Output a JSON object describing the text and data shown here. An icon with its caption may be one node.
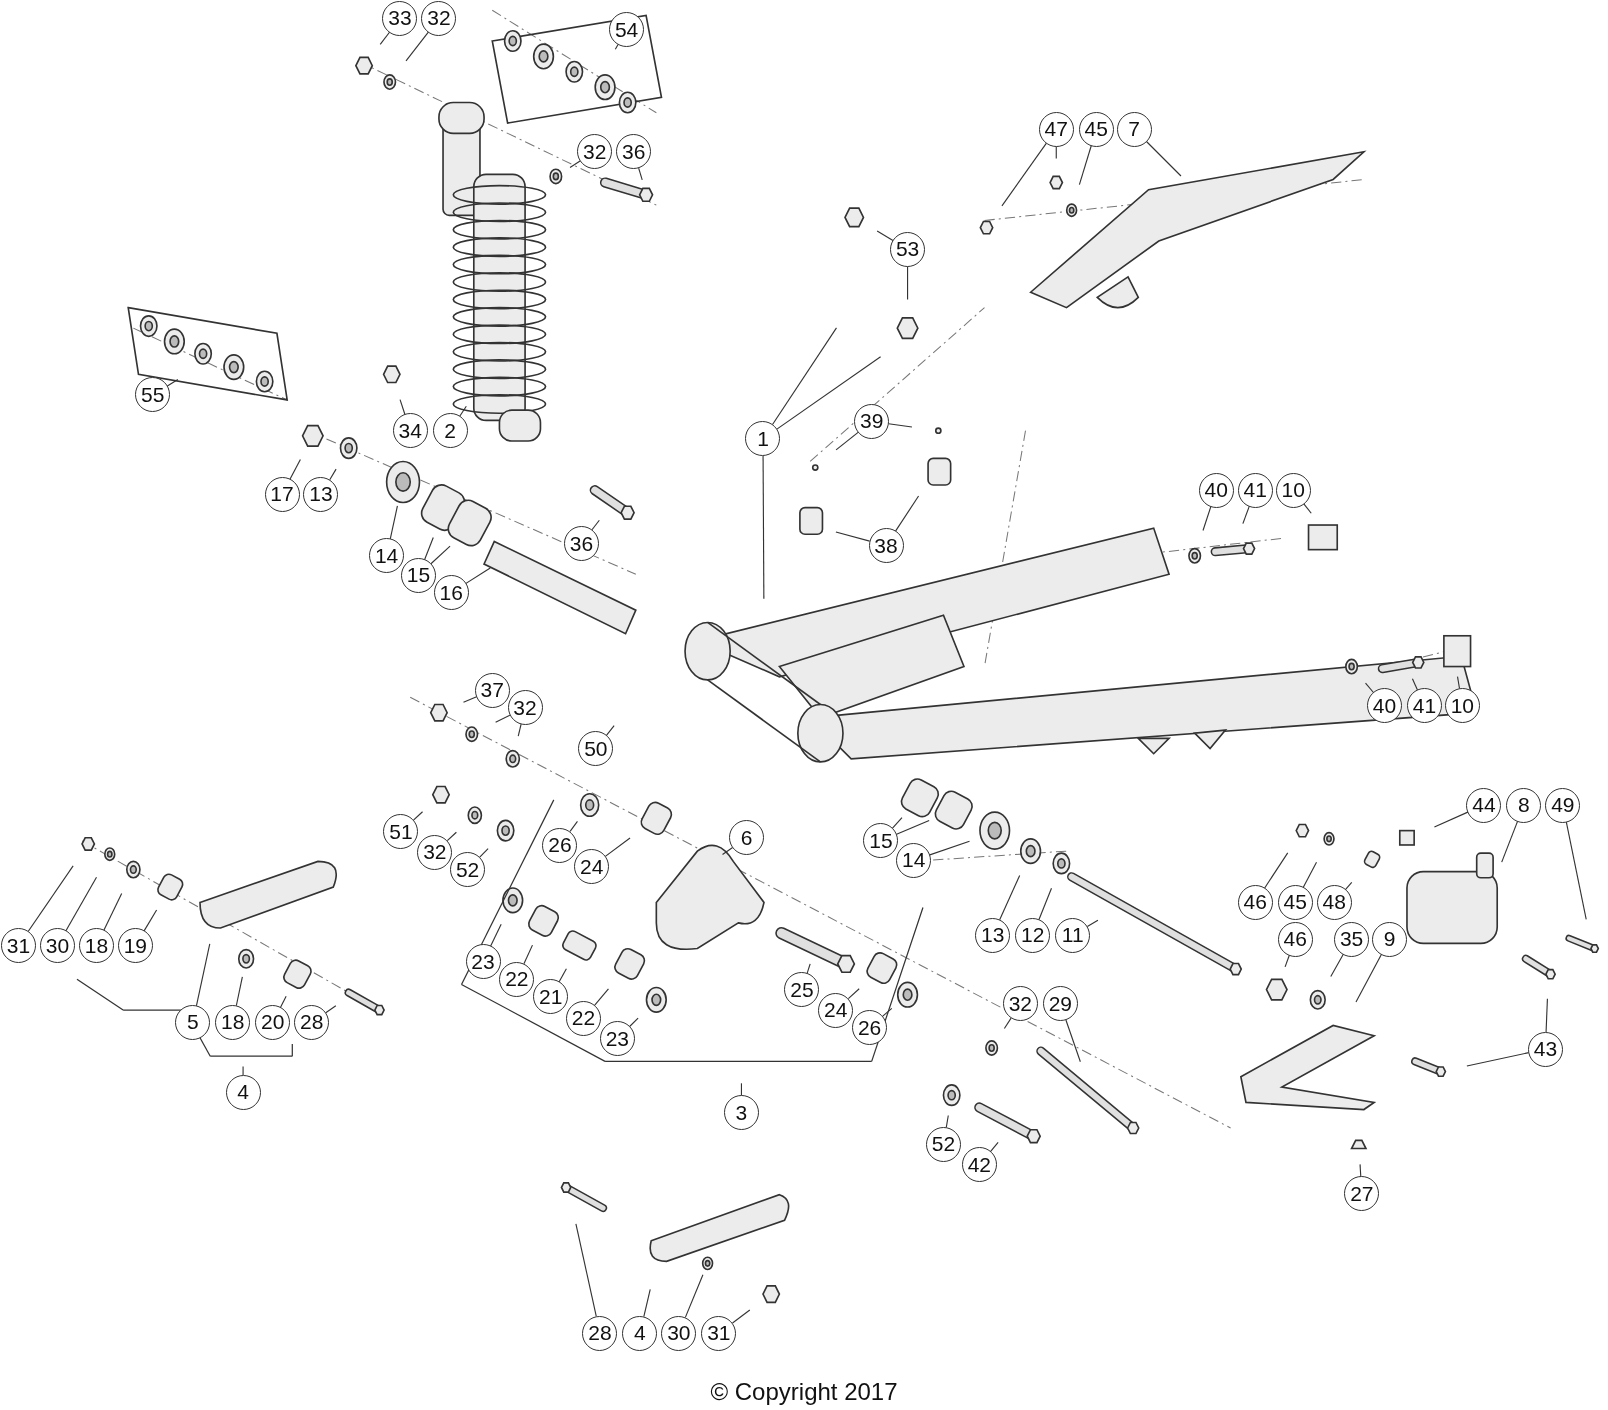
{
  "diagram": {
    "caption": "© Copyright 2017",
    "nodes": [
      {
        "text": [
          "33"
        ]
      },
      {
        "text": [
          "32"
        ]
      },
      {
        "text": [
          "54"
        ]
      },
      {
        "text": [
          "47"
        ]
      },
      {
        "text": [
          "45"
        ]
      },
      {
        "text": [
          "7"
        ]
      },
      {
        "text": [
          "32"
        ]
      },
      {
        "text": [
          "36"
        ]
      },
      {
        "text": [
          "53"
        ]
      },
      {
        "text": [
          "55"
        ]
      },
      {
        "text": [
          "34"
        ]
      },
      {
        "text": [
          "2"
        ]
      },
      {
        "text": [
          "39"
        ]
      },
      {
        "text": [
          "1"
        ]
      },
      {
        "text": [
          "17"
        ]
      },
      {
        "text": [
          "13"
        ]
      },
      {
        "text": [
          "14"
        ]
      },
      {
        "text": [
          "15"
        ]
      },
      {
        "text": [
          "16"
        ]
      },
      {
        "text": [
          "36"
        ]
      },
      {
        "text": [
          "38"
        ]
      },
      {
        "text": [
          "40"
        ]
      },
      {
        "text": [
          "41"
        ]
      },
      {
        "text": [
          "10"
        ]
      },
      {
        "text": [
          "40"
        ]
      },
      {
        "text": [
          "41"
        ]
      },
      {
        "text": [
          "10"
        ]
      },
      {
        "text": [
          "37"
        ]
      },
      {
        "text": [
          "32"
        ]
      },
      {
        "text": [
          "50"
        ]
      },
      {
        "text": [
          "51"
        ]
      },
      {
        "text": [
          "32"
        ]
      },
      {
        "text": [
          "52"
        ]
      },
      {
        "text": [
          "26"
        ]
      },
      {
        "text": [
          "24"
        ]
      },
      {
        "text": [
          "6"
        ]
      },
      {
        "text": [
          "15"
        ]
      },
      {
        "text": [
          "14"
        ]
      },
      {
        "text": [
          "13"
        ]
      },
      {
        "text": [
          "12"
        ]
      },
      {
        "text": [
          "11"
        ]
      },
      {
        "text": [
          "44"
        ]
      },
      {
        "text": [
          "8"
        ]
      },
      {
        "text": [
          "49"
        ]
      },
      {
        "text": [
          "46"
        ]
      },
      {
        "text": [
          "45"
        ]
      },
      {
        "text": [
          "48"
        ]
      },
      {
        "text": [
          "46"
        ]
      },
      {
        "text": [
          "35"
        ]
      },
      {
        "text": [
          "9"
        ]
      },
      {
        "text": [
          "31"
        ]
      },
      {
        "text": [
          "30"
        ]
      },
      {
        "text": [
          "18"
        ]
      },
      {
        "text": [
          "19"
        ]
      },
      {
        "text": [
          "23"
        ]
      },
      {
        "text": [
          "22"
        ]
      },
      {
        "text": [
          "21"
        ]
      },
      {
        "text": [
          "22"
        ]
      },
      {
        "text": [
          "23"
        ]
      },
      {
        "text": [
          "5"
        ]
      },
      {
        "text": [
          "18"
        ]
      },
      {
        "text": [
          "20"
        ]
      },
      {
        "text": [
          "28"
        ]
      },
      {
        "text": [
          "25"
        ]
      },
      {
        "text": [
          "24"
        ]
      },
      {
        "text": [
          "26"
        ]
      },
      {
        "text": [
          "32"
        ]
      },
      {
        "text": [
          "29"
        ]
      },
      {
        "text": [
          "43"
        ]
      },
      {
        "text": [
          "4"
        ]
      },
      {
        "text": [
          "3"
        ]
      },
      {
        "text": [
          "52"
        ]
      },
      {
        "text": [
          "42"
        ]
      },
      {
        "text": [
          "27"
        ]
      },
      {
        "text": [
          "28"
        ]
      },
      {
        "text": [
          "4"
        ]
      },
      {
        "text": [
          "30"
        ]
      },
      {
        "text": [
          "31"
        ]
      }
    ],
    "edges": [
      {
        "from": 0,
        "to": null,
        "arrow": "none"
      },
      {
        "from": 1,
        "to": null,
        "arrow": "none"
      },
      {
        "from": 2,
        "to": null,
        "arrow": "none"
      },
      {
        "from": 3,
        "to": null,
        "arrow": "none"
      },
      {
        "from": 3,
        "to": null,
        "arrow": "none"
      },
      {
        "from": 4,
        "to": null,
        "arrow": "none"
      },
      {
        "from": 5,
        "to": null,
        "arrow": "none"
      },
      {
        "from": 6,
        "to": null,
        "arrow": "none"
      },
      {
        "from": 7,
        "to": null,
        "arrow": "none"
      },
      {
        "from": 8,
        "to": null,
        "arrow": "none"
      },
      {
        "from": 8,
        "to": null,
        "arrow": "none"
      },
      {
        "from": 9,
        "to": null,
        "arrow": "none"
      },
      {
        "from": 10,
        "to": null,
        "arrow": "none"
      },
      {
        "from": 11,
        "to": null,
        "arrow": "none"
      },
      {
        "from": 12,
        "to": null,
        "arrow": "none"
      },
      {
        "from": 12,
        "to": null,
        "arrow": "none"
      },
      {
        "from": 13,
        "to": null,
        "arrow": "none"
      },
      {
        "from": 13,
        "to": null,
        "arrow": "none"
      },
      {
        "from": 13,
        "to": null,
        "arrow": "none"
      },
      {
        "from": 14,
        "to": null,
        "arrow": "none"
      },
      {
        "from": 15,
        "to": null,
        "arrow": "none"
      },
      {
        "from": 16,
        "to": null,
        "arrow": "none"
      },
      {
        "from": 17,
        "to": null,
        "arrow": "none"
      },
      {
        "from": 17,
        "to": null,
        "arrow": "none"
      },
      {
        "from": 18,
        "to": null,
        "arrow": "none"
      },
      {
        "from": 19,
        "to": null,
        "arrow": "none"
      },
      {
        "from": 20,
        "to": null,
        "arrow": "none"
      },
      {
        "from": 20,
        "to": null,
        "arrow": "none"
      },
      {
        "from": 21,
        "to": null,
        "arrow": "none"
      },
      {
        "from": 22,
        "to": null,
        "arrow": "none"
      },
      {
        "from": 23,
        "to": null,
        "arrow": "none"
      },
      {
        "from": 24,
        "to": null,
        "arrow": "none"
      },
      {
        "from": 25,
        "to": null,
        "arrow": "none"
      },
      {
        "from": 26,
        "to": null,
        "arrow": "none"
      },
      {
        "from": 27,
        "to": null,
        "arrow": "none"
      },
      {
        "from": 28,
        "to": null,
        "arrow": "none"
      },
      {
        "from": 28,
        "to": null,
        "arrow": "none"
      },
      {
        "from": 29,
        "to": null,
        "arrow": "none"
      },
      {
        "from": 30,
        "to": null,
        "arrow": "none"
      },
      {
        "from": 31,
        "to": null,
        "arrow": "none"
      },
      {
        "from": 32,
        "to": null,
        "arrow": "none"
      },
      {
        "from": 33,
        "to": null,
        "arrow": "none"
      },
      {
        "from": 34,
        "to": null,
        "arrow": "none"
      },
      {
        "from": 35,
        "to": null,
        "arrow": "none"
      },
      {
        "from": 36,
        "to": null,
        "arrow": "none"
      },
      {
        "from": 36,
        "to": null,
        "arrow": "none"
      },
      {
        "from": 37,
        "to": null,
        "arrow": "none"
      },
      {
        "from": 38,
        "to": null,
        "arrow": "none"
      },
      {
        "from": 39,
        "to": null,
        "arrow": "none"
      },
      {
        "from": 40,
        "to": null,
        "arrow": "none"
      },
      {
        "from": 41,
        "to": null,
        "arrow": "none"
      },
      {
        "from": 42,
        "to": null,
        "arrow": "none"
      },
      {
        "from": 43,
        "to": null,
        "arrow": "none"
      },
      {
        "from": 44,
        "to": null,
        "arrow": "none"
      },
      {
        "from": 45,
        "to": null,
        "arrow": "none"
      },
      {
        "from": 46,
        "to": null,
        "arrow": "none"
      },
      {
        "from": 47,
        "to": null,
        "arrow": "none"
      },
      {
        "from": 48,
        "to": null,
        "arrow": "none"
      },
      {
        "from": 49,
        "to": null,
        "arrow": "none"
      },
      {
        "from": 50,
        "to": null,
        "arrow": "none"
      },
      {
        "from": 51,
        "to": null,
        "arrow": "none"
      },
      {
        "from": 52,
        "to": null,
        "arrow": "none"
      },
      {
        "from": 53,
        "to": null,
        "arrow": "none"
      },
      {
        "from": 54,
        "to": null,
        "arrow": "none"
      },
      {
        "from": 55,
        "to": null,
        "arrow": "none"
      },
      {
        "from": 56,
        "to": null,
        "arrow": "none"
      },
      {
        "from": 57,
        "to": null,
        "arrow": "none"
      },
      {
        "from": 58,
        "to": null,
        "arrow": "none"
      },
      {
        "from": 59,
        "to": null,
        "arrow": "none"
      },
      {
        "from": 60,
        "to": null,
        "arrow": "none"
      },
      {
        "from": 61,
        "to": null,
        "arrow": "none"
      },
      {
        "from": 62,
        "to": null,
        "arrow": "none"
      },
      {
        "from": 63,
        "to": null,
        "arrow": "none"
      },
      {
        "from": 64,
        "to": null,
        "arrow": "none"
      },
      {
        "from": 65,
        "to": null,
        "arrow": "none"
      },
      {
        "from": 66,
        "to": null,
        "arrow": "none"
      },
      {
        "from": 67,
        "to": null,
        "arrow": "none"
      },
      {
        "from": 68,
        "to": null,
        "arrow": "none"
      },
      {
        "from": 68,
        "to": null,
        "arrow": "none"
      },
      {
        "from": 69,
        "to": null,
        "arrow": "none"
      },
      {
        "from": 70,
        "to": null,
        "arrow": "none"
      },
      {
        "from": 71,
        "to": null,
        "arrow": "none"
      },
      {
        "from": 72,
        "to": null,
        "arrow": "none"
      },
      {
        "from": 73,
        "to": null,
        "arrow": "none"
      },
      {
        "from": 74,
        "to": null,
        "arrow": "none"
      },
      {
        "from": 75,
        "to": null,
        "arrow": "none"
      },
      {
        "from": 76,
        "to": null,
        "arrow": "none"
      },
      {
        "from": 77,
        "to": null,
        "arrow": "none"
      }
    ]
  }
}
